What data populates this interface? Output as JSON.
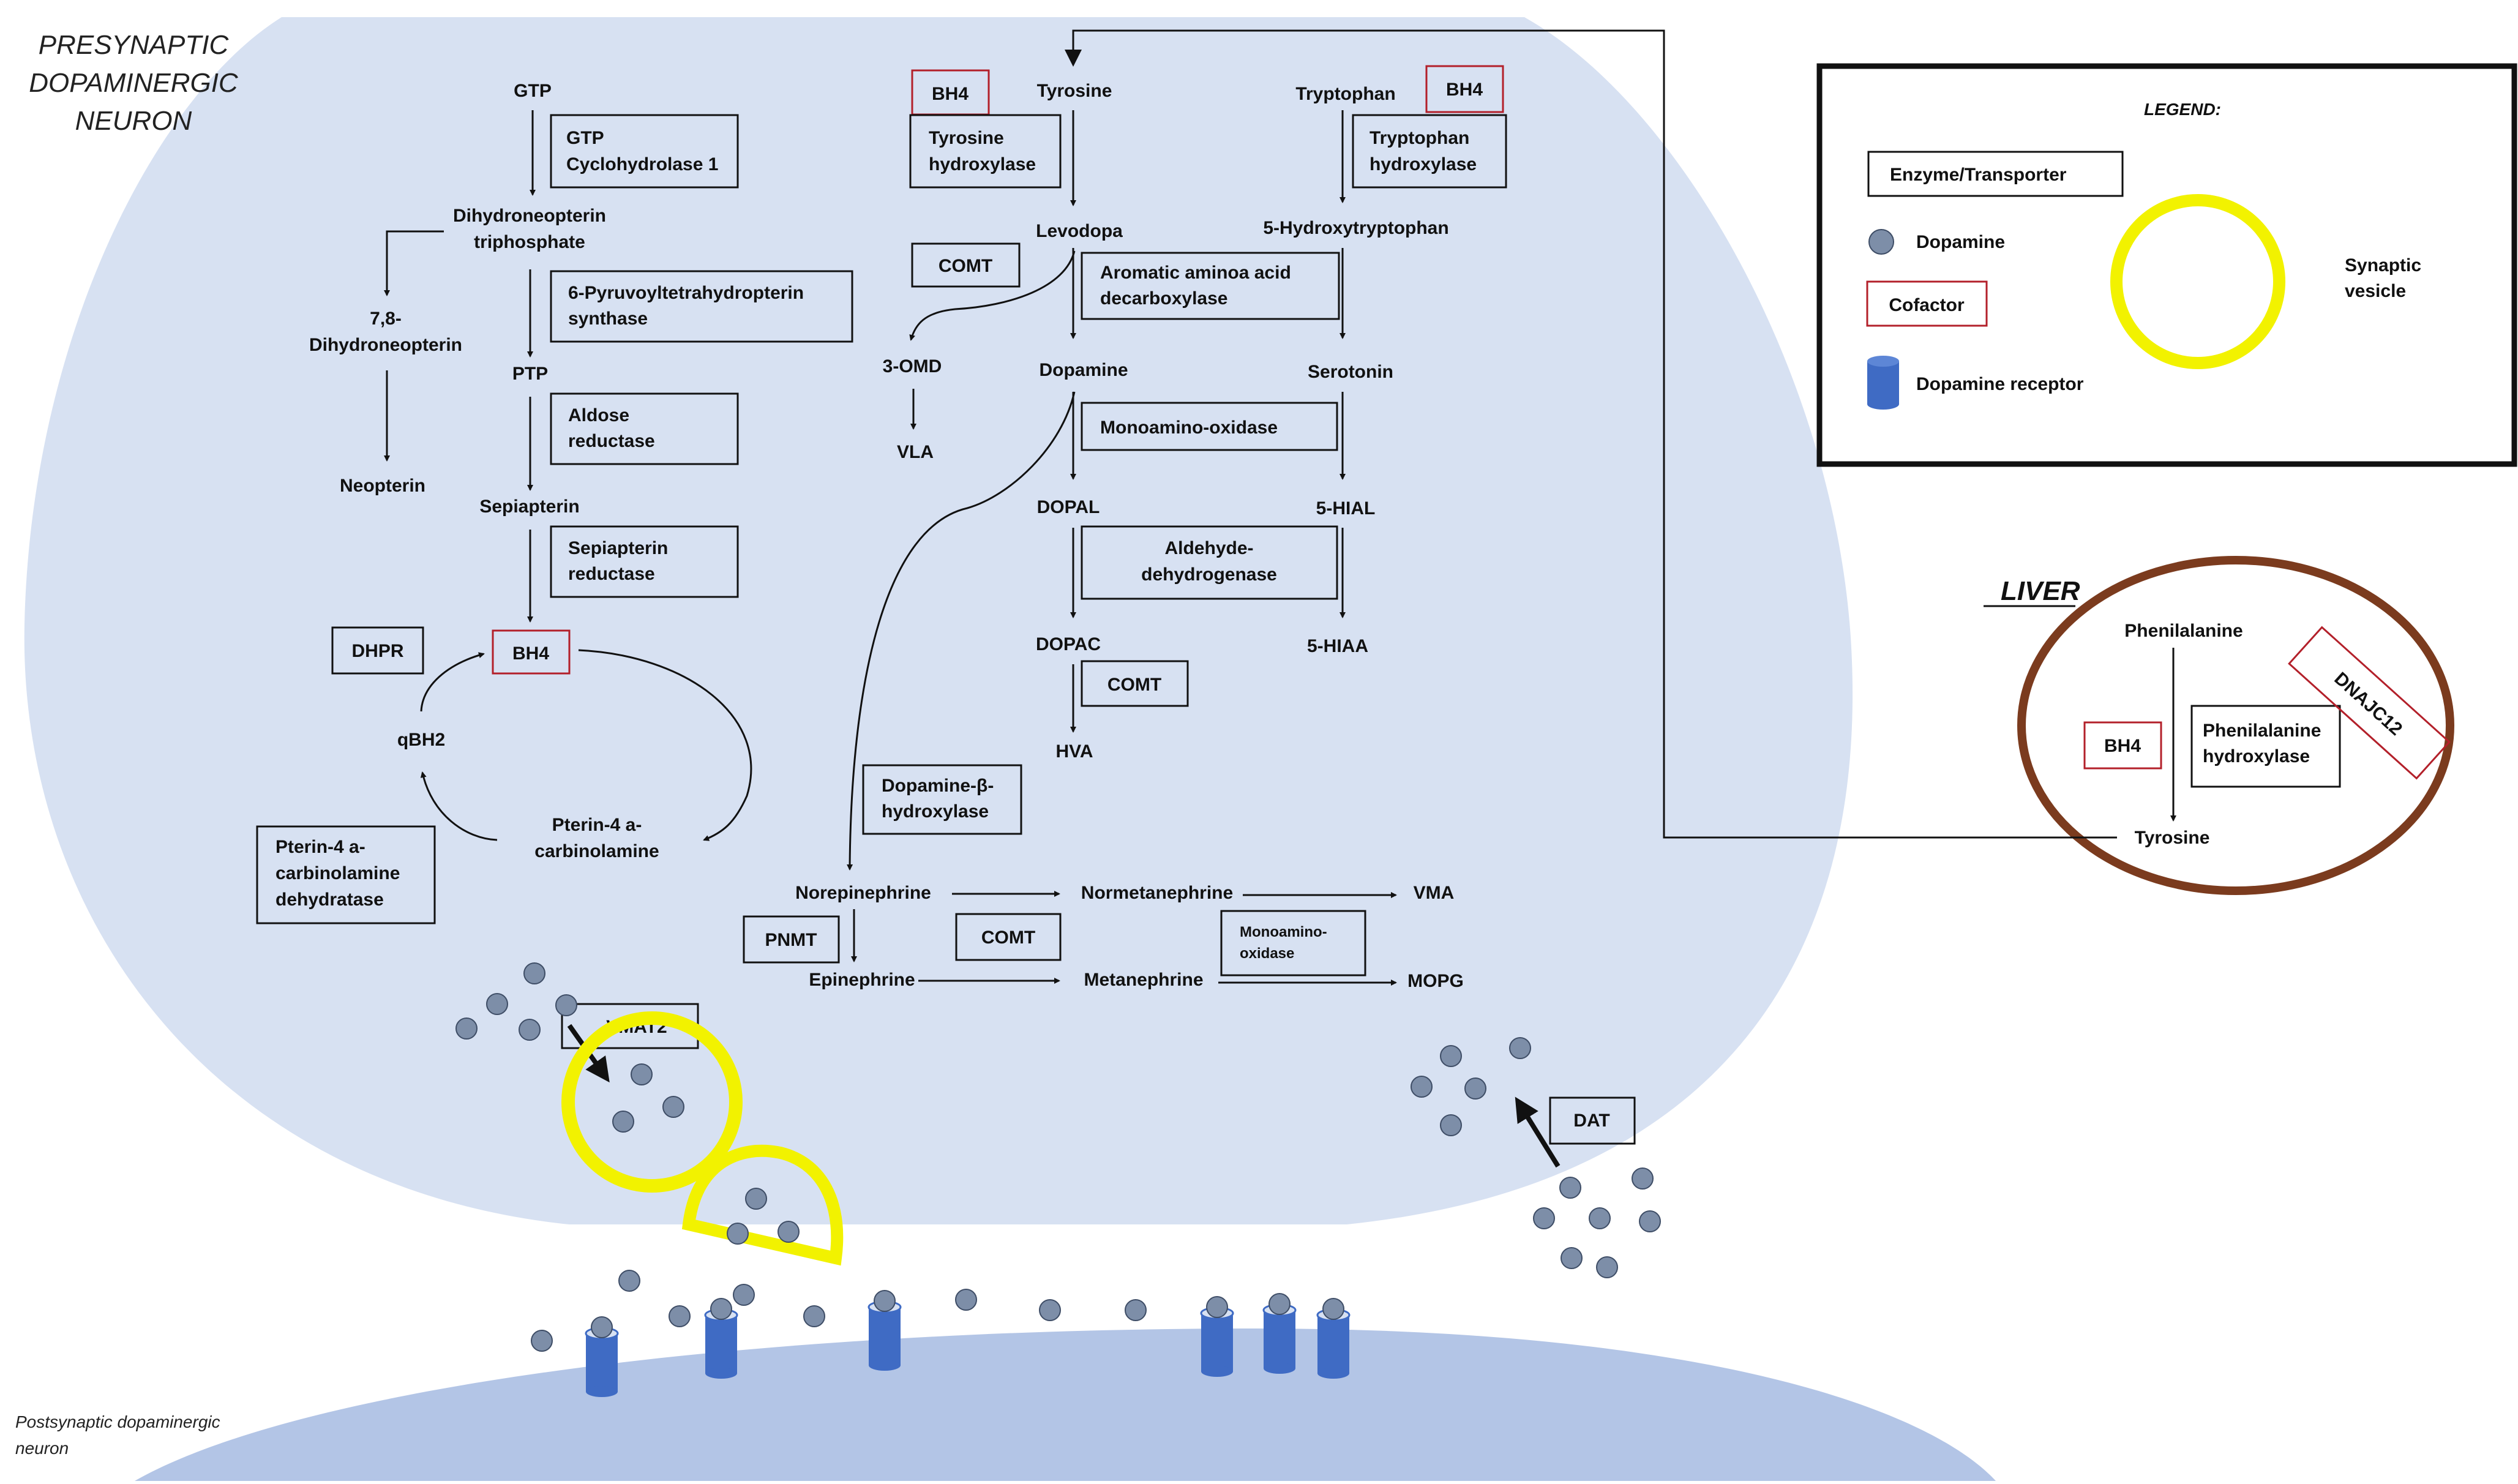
{
  "colors": {
    "neuron_fill": "#d7e1f2",
    "post_fill": "#b3c5e6",
    "vesicle": "#f2f200",
    "liver_ring": "#7b3b1e",
    "cofactor": "#b3202a",
    "dopamine": "#7d8ea8",
    "receptor": "#3f6bc4"
  },
  "titles": {
    "pre_line1": "PRESYNAPTIC",
    "pre_line2": "DOPAMINERGIC",
    "pre_line3": "NEURON",
    "post_line1": "Postsynaptic dopaminergic",
    "post_line2": "neuron",
    "liver": "LIVER"
  },
  "legend": {
    "title": "LEGEND:",
    "enzyme": "Enzyme/Transporter",
    "dopamine": "Dopamine",
    "cofactor": "Cofactor",
    "receptor": "Dopamine receptor",
    "vesicle_line1": "Synaptic",
    "vesicle_line2": "vesicle"
  },
  "bh4_pathway": {
    "gtp": "GTP",
    "gch1_line1": "GTP",
    "gch1_line2": "Cyclohydrolase 1",
    "dntp_line1": "Dihydroneopterin",
    "dntp_line2": "triphosphate",
    "dhn_line1": "7,8-",
    "dhn_line2": "Dihydroneopterin",
    "neopterin": "Neopterin",
    "ptps_line1": "6-Pyruvoyltetrahydropterin",
    "ptps_line2": "synthase",
    "ptp": "PTP",
    "ar_line1": "Aldose",
    "ar_line2": "reductase",
    "sepiapterin": "Sepiapterin",
    "sr_line1": "Sepiapterin",
    "sr_line2": "reductase",
    "bh4": "BH4",
    "dhpr": "DHPR",
    "qbh2": "qBH2",
    "pc_line1": "Pterin-4 a-",
    "pc_line2": "carbinolamine",
    "pcd_line1": "Pterin-4 a-",
    "pcd_line2": "carbinolamine",
    "pcd_line3": "dehydratase"
  },
  "monoamine_pathway": {
    "bh4_th": "BH4",
    "tyrosine": "Tyrosine",
    "th_line1": "Tyrosine",
    "th_line2": "hydroxylase",
    "tryptophan": "Tryptophan",
    "bh4_tph": "BH4",
    "tph_line1": "Tryptophan",
    "tph_line2": "hydroxylase",
    "levodopa": "Levodopa",
    "htp": "5-Hydroxytryptophan",
    "comt_1": "COMT",
    "aadc_line1": "Aromatic aminoa acid",
    "aadc_line2": "decarboxylase",
    "omd": "3-OMD",
    "vla": "VLA",
    "dopamine": "Dopamine",
    "serotonin": "Serotonin",
    "mao_1": "Monoamino-oxidase",
    "dopal": "DOPAL",
    "hial": "5-HIAL",
    "aldh_line1": "Aldehyde-",
    "aldh_line2": "dehydrogenase",
    "dopac": "DOPAC",
    "hiaa": "5-HIAA",
    "comt_2": "COMT",
    "hva": "HVA",
    "dbh_line1": "Dopamine-β-",
    "dbh_line2": "hydroxylase",
    "norepinephrine": "Norepinephrine",
    "normetanephrine": "Normetanephrine",
    "vma": "VMA",
    "pnmt": "PNMT",
    "comt_3": "COMT",
    "mao_2_line1": "Monoamino-",
    "mao_2_line2": "oxidase",
    "epinephrine": "Epinephrine",
    "metanephrine": "Metanephrine",
    "mopg": "MOPG"
  },
  "synapse": {
    "vmat2": "VMAT2",
    "dat": "DAT"
  },
  "liver": {
    "phenylalanine": "Phenilalanine",
    "bh4": "BH4",
    "pah_line1": "Phenilalanine",
    "pah_line2": "hydroxylase",
    "dnajc12": "DNAJC12",
    "tyrosine": "Tyrosine"
  }
}
